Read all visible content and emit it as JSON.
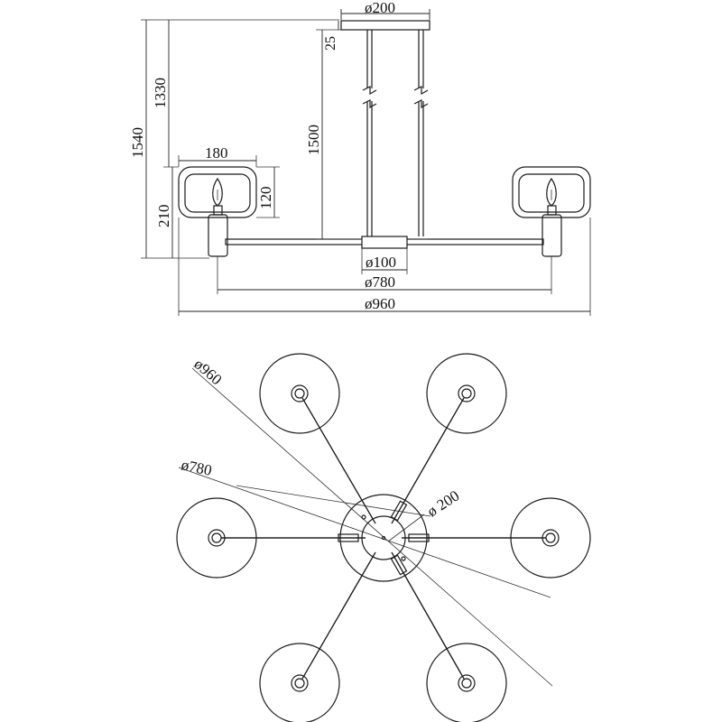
{
  "side_view": {
    "dims": {
      "canopy_diameter": "ø200",
      "canopy_height": "25",
      "top_to_shade": "1330",
      "total_height": "1540",
      "suspension_length": "1500",
      "shade_width": "180",
      "shade_height": "120",
      "shade_bottom": "210",
      "hub_diameter": "ø100",
      "arm_span": "ø780",
      "overall_span": "ø960"
    }
  },
  "top_view": {
    "dims": {
      "overall_span": "ø960",
      "arm_span": "ø780",
      "canopy_diameter": "ø 200"
    }
  },
  "colors": {
    "line": "#1a1a1a",
    "background": "#ffffff"
  }
}
